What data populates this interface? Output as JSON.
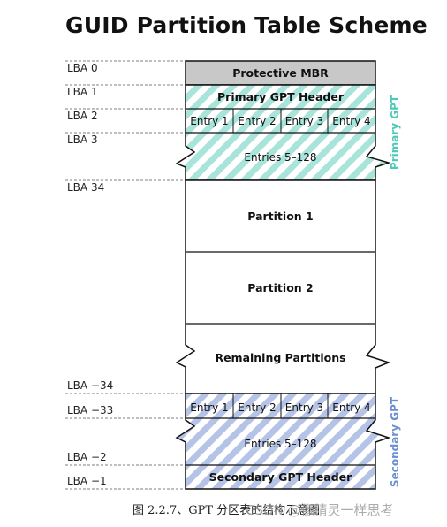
{
  "title": "GUID Partition Table Scheme",
  "lba_labels": [
    "LBA 0",
    "LBA 1",
    "LBA 2",
    "LBA 3",
    "LBA 34",
    "LBA −34",
    "LBA −33",
    "LBA −2",
    "LBA −1"
  ],
  "blocks": {
    "protective_mbr": "Protective MBR",
    "primary_header": "Primary GPT Header",
    "primary_entries": [
      "Entry 1",
      "Entry 2",
      "Entry 3",
      "Entry 4"
    ],
    "primary_entries_range": "Entries 5–128",
    "partition_1": "Partition 1",
    "partition_2": "Partition 2",
    "remaining": "Remaining Partitions",
    "secondary_entries": [
      "Entry 1",
      "Entry 2",
      "Entry 3",
      "Entry 4"
    ],
    "secondary_entries_range": "Entries 5–128",
    "secondary_header": "Secondary GPT Header"
  },
  "side_labels": {
    "primary": "Primary GPT",
    "secondary": "Secondary GPT"
  },
  "caption": "图 2.2.7、GPT 分区表的结构示意图",
  "watermark": "CSDN @像精灵一样思考",
  "colors": {
    "primary": "#4fc9b7",
    "secondary": "#6b8fcf",
    "mbr_fill": "#c8c8c8",
    "primary_stripe": "#a9e4da",
    "secondary_stripe": "#b5c4e6"
  }
}
